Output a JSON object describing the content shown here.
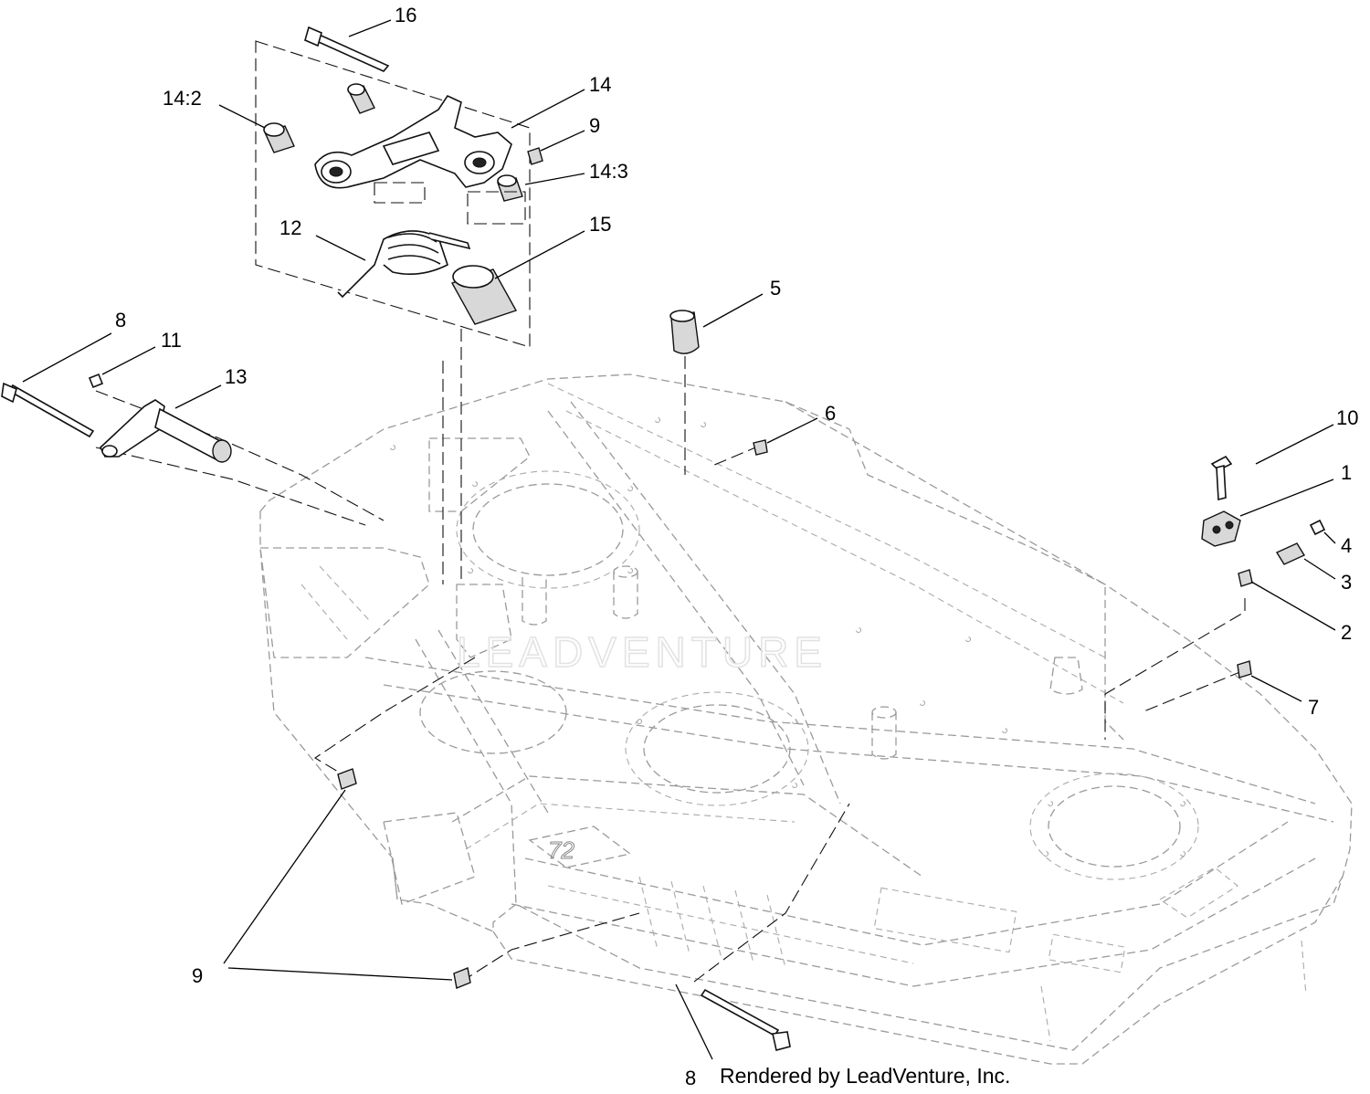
{
  "diagram": {
    "callouts": [
      "16",
      "14:2",
      "14",
      "9",
      "14:3",
      "12",
      "15",
      "8",
      "11",
      "13",
      "5",
      "6",
      "10",
      "1",
      "4",
      "3",
      "2",
      "7",
      "9",
      "8"
    ],
    "deck_badge": "72",
    "watermark": "LEADVENTURE",
    "credit": "Rendered by LeadVenture, Inc."
  }
}
